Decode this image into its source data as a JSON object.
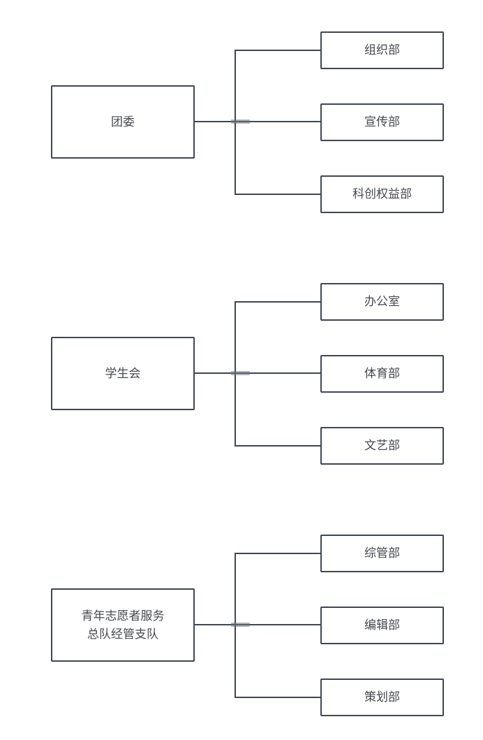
{
  "diagram": {
    "type": "org-chart",
    "background_color": "#ffffff",
    "stroke_color": "#3f4651",
    "text_color": "#45484e",
    "groups": [
      {
        "parent": {
          "label": "团委"
        },
        "children": [
          {
            "label": "组织部"
          },
          {
            "label": "宣传部"
          },
          {
            "label": "科创权益部"
          }
        ]
      },
      {
        "parent": {
          "label": "学生会"
        },
        "children": [
          {
            "label": "办公室"
          },
          {
            "label": "体育部"
          },
          {
            "label": "文艺部"
          }
        ]
      },
      {
        "parent": {
          "label": "青年志愿者服务\n总队经管支队"
        },
        "children": [
          {
            "label": "综管部"
          },
          {
            "label": "编辑部"
          },
          {
            "label": "策划部"
          }
        ]
      }
    ]
  }
}
